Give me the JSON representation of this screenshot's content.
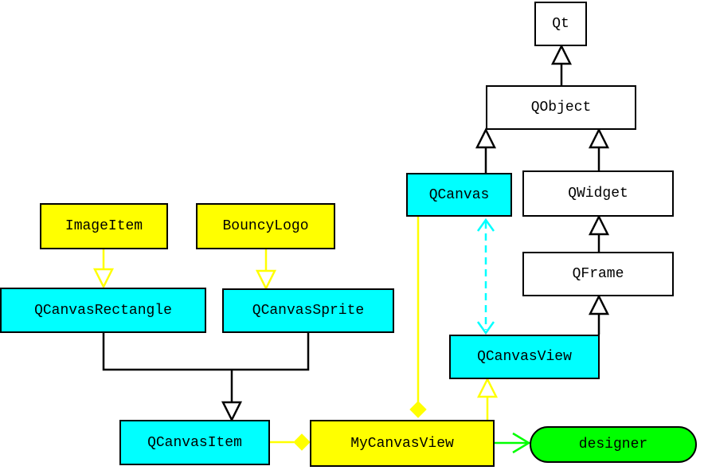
{
  "colors": {
    "plain": "#ffffff",
    "cyan": "#00ffff",
    "yellow": "#ffff00",
    "green": "#00ff00",
    "line": "#000000",
    "yellow_line": "#ffff00",
    "cyan_dash": "#00ffff",
    "green_line": "#00ff00"
  },
  "nodes": [
    {
      "id": "qt",
      "label": "Qt",
      "color": "plain",
      "shape": "box"
    },
    {
      "id": "qobject",
      "label": "QObject",
      "color": "plain",
      "shape": "box"
    },
    {
      "id": "qcanvas",
      "label": "QCanvas",
      "color": "cyan",
      "shape": "box"
    },
    {
      "id": "qwidget",
      "label": "QWidget",
      "color": "plain",
      "shape": "box"
    },
    {
      "id": "qframe",
      "label": "QFrame",
      "color": "plain",
      "shape": "box"
    },
    {
      "id": "imageitem",
      "label": "ImageItem",
      "color": "yellow",
      "shape": "box"
    },
    {
      "id": "bouncylogo",
      "label": "BouncyLogo",
      "color": "yellow",
      "shape": "box"
    },
    {
      "id": "qcanvasrectangle",
      "label": "QCanvasRectangle",
      "color": "cyan",
      "shape": "box"
    },
    {
      "id": "qcanvassprite",
      "label": "QCanvasSprite",
      "color": "cyan",
      "shape": "box"
    },
    {
      "id": "qcanvasview",
      "label": "QCanvasView",
      "color": "cyan",
      "shape": "box"
    },
    {
      "id": "qcanvasitem",
      "label": "QCanvasItem",
      "color": "cyan",
      "shape": "box"
    },
    {
      "id": "mycanvasview",
      "label": "MyCanvasView",
      "color": "yellow",
      "shape": "box"
    },
    {
      "id": "designer",
      "label": "designer",
      "color": "green",
      "shape": "pill"
    }
  ],
  "edges": [
    {
      "from": "qobject",
      "to": "qt",
      "kind": "inheritance"
    },
    {
      "from": "qcanvas",
      "to": "qobject",
      "kind": "inheritance"
    },
    {
      "from": "qwidget",
      "to": "qobject",
      "kind": "inheritance"
    },
    {
      "from": "qframe",
      "to": "qwidget",
      "kind": "inheritance"
    },
    {
      "from": "qcanvasview",
      "to": "qframe",
      "kind": "inheritance"
    },
    {
      "from": "imageitem",
      "to": "qcanvasrectangle",
      "kind": "inheritance-yellow"
    },
    {
      "from": "bouncylogo",
      "to": "qcanvassprite",
      "kind": "inheritance-yellow"
    },
    {
      "from": "qcanvasrectangle",
      "to": "qcanvasitem",
      "kind": "inheritance"
    },
    {
      "from": "qcanvassprite",
      "to": "qcanvasitem",
      "kind": "inheritance"
    },
    {
      "from": "qcanvasview",
      "to": "qcanvas",
      "kind": "association-dashed"
    },
    {
      "from": "mycanvasview",
      "to": "qcanvasview",
      "kind": "inheritance-yellow"
    },
    {
      "from": "qcanvas",
      "to": "mycanvasview",
      "kind": "aggregation"
    },
    {
      "from": "qcanvasitem",
      "to": "mycanvasview",
      "kind": "aggregation"
    },
    {
      "from": "mycanvasview",
      "to": "designer",
      "kind": "dependency"
    }
  ]
}
